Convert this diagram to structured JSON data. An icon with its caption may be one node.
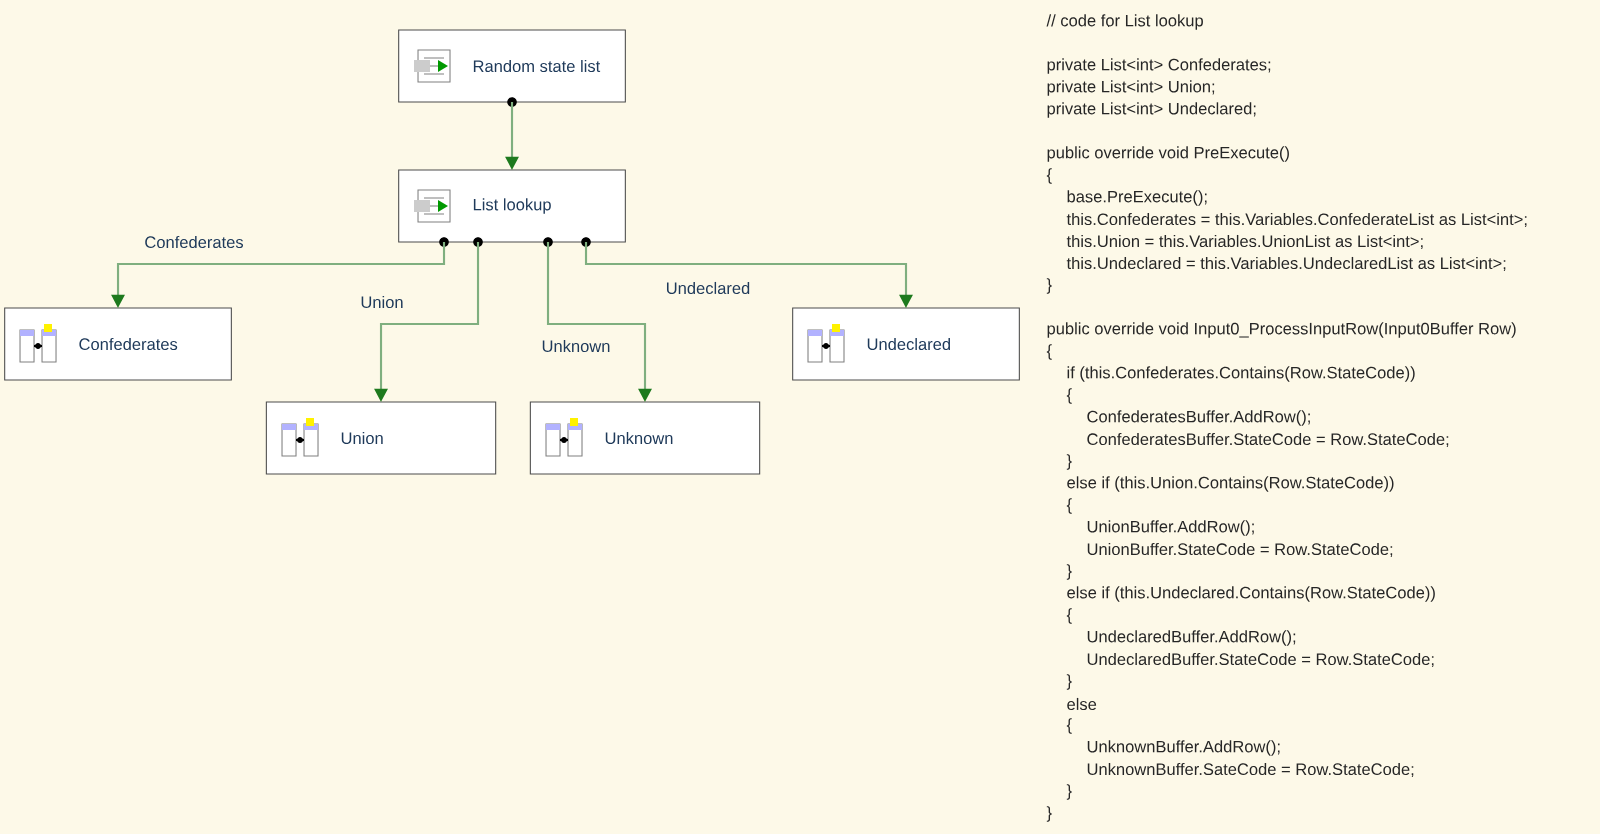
{
  "diagram": {
    "nodes": [
      {
        "text": [
          "Random state list"
        ]
      },
      {
        "text": [
          "List lookup"
        ]
      },
      {
        "text": [
          "Confederates"
        ]
      },
      {
        "text": [
          "Union"
        ]
      },
      {
        "text": [
          "Unknown"
        ]
      },
      {
        "text": [
          "Undeclared"
        ]
      }
    ],
    "edges": [
      {
        "from": 0,
        "to": 1,
        "arrow": "to"
      },
      {
        "from": 1,
        "to": 2,
        "arrow": "to",
        "label": "Confederates"
      },
      {
        "from": 1,
        "to": 3,
        "arrow": "to",
        "label": "Union"
      },
      {
        "from": 1,
        "to": 4,
        "arrow": "to",
        "label": "Unknown"
      },
      {
        "from": 1,
        "to": 5,
        "arrow": "to",
        "label": "Undeclared"
      }
    ],
    "labels": [
      "// code for List lookup",
      "private List<int> Confederates;",
      "private List<int> Union;",
      "private List<int> Undeclared;",
      "public override void PreExecute()",
      "{",
      "base.PreExecute();",
      "this.Confederates = this.Variables.ConfederateList as List<int>;",
      "this.Union = this.Variables.UnionList as List<int>;",
      "this.Undeclared = this.Variables.UndeclaredList as List<int>;",
      "}",
      "public override void Input0_ProcessInputRow(Input0Buffer Row)",
      "{",
      "if (this.Confederates.Contains(Row.StateCode))",
      "{",
      "ConfederatesBuffer.AddRow();",
      "ConfederatesBuffer.StateCode = Row.StateCode;",
      "}",
      "else if (this.Union.Contains(Row.StateCode))",
      "{",
      "UnionBuffer.AddRow();",
      "UnionBuffer.StateCode = Row.StateCode;",
      "}",
      "else if (this.Undeclared.Contains(Row.StateCode))",
      "{",
      "UndeclaredBuffer.AddRow();",
      "UndeclaredBuffer.StateCode = Row.StateCode;",
      "}",
      "else",
      "{",
      "UnknownBuffer.AddRow();",
      "UnknownBuffer.SateCode = Row.StateCode;",
      "}",
      "}"
    ]
  }
}
